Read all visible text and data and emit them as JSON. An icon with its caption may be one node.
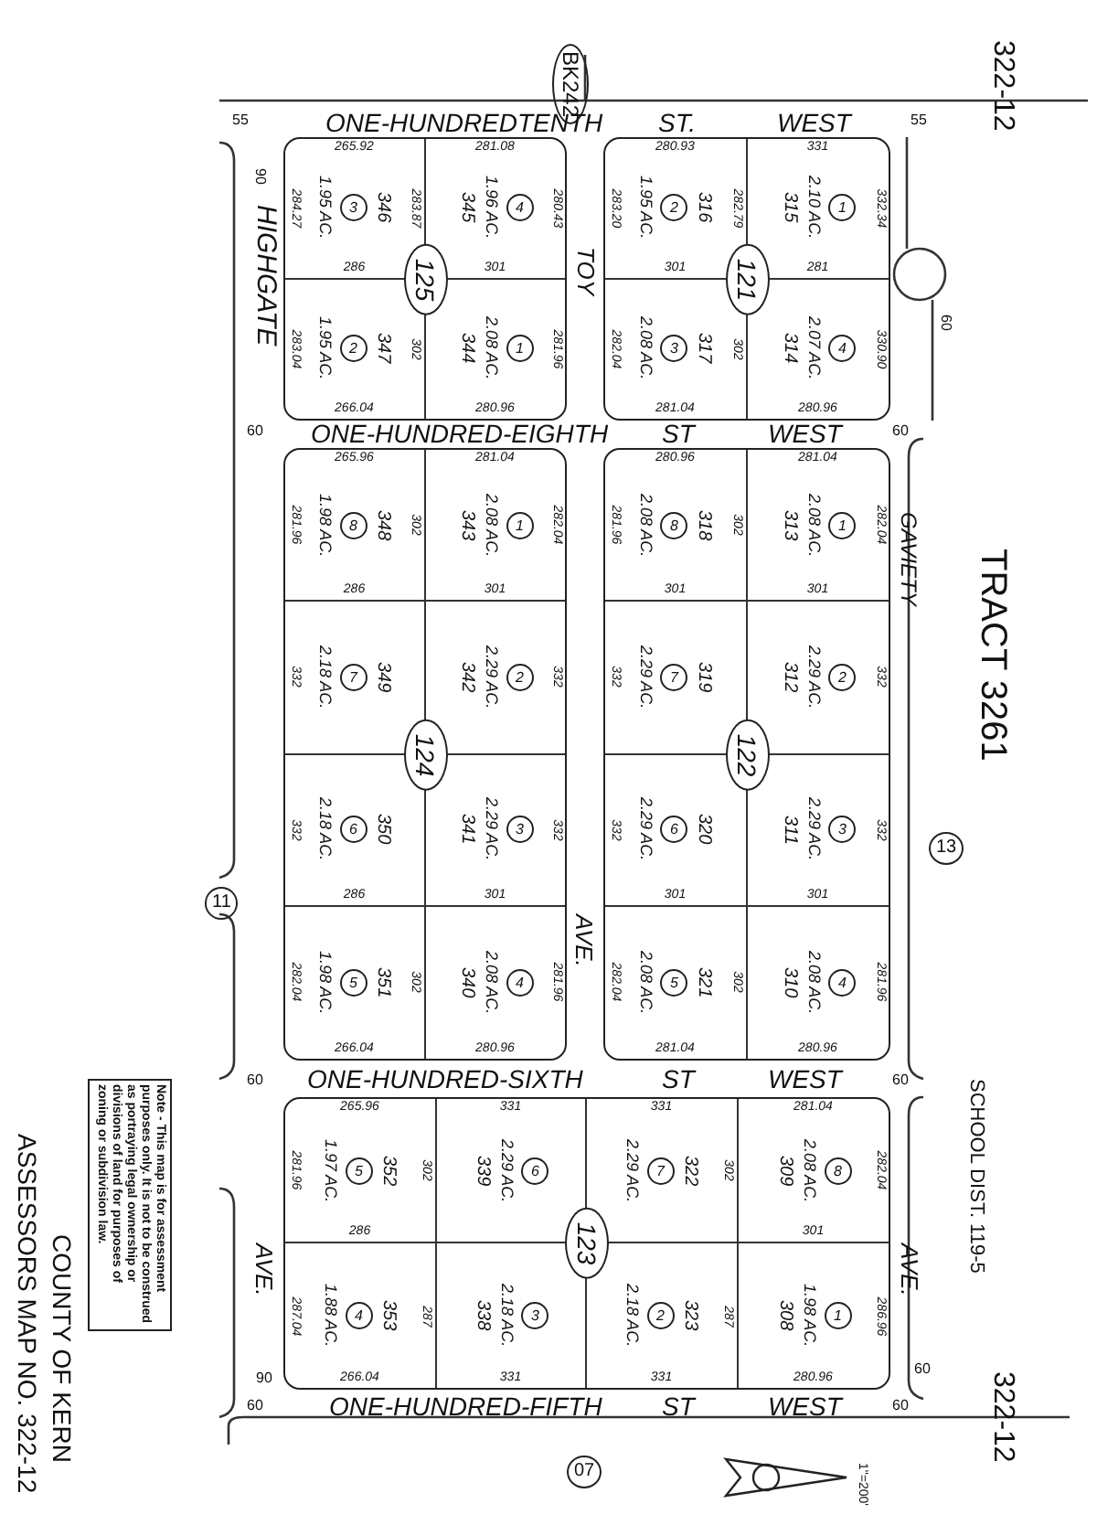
{
  "diagram": {
    "nodes": [
      {
        "text": [],
        "shape": "box"
      },
      {
        "text": [
          "125"
        ],
        "in": 0
      },
      {
        "text": [
          "346",
          "3",
          "1.95 AC.",
          "265.92",
          "284.27",
          "283.87",
          "286"
        ],
        "in": 0
      },
      {
        "text": [
          "345",
          "4",
          "1.96 AC.",
          "281.08",
          "280.43",
          "301"
        ],
        "in": 0
      },
      {
        "text": [
          "347",
          "2",
          "1.95 AC.",
          "283.04",
          "302",
          "266.04"
        ],
        "in": 0
      },
      {
        "text": [
          "344",
          "1",
          "2.08 AC.",
          "281.96",
          "280.96"
        ],
        "in": 0
      },
      {
        "text": [],
        "shape": "box"
      },
      {
        "text": [
          "121"
        ],
        "in": 6
      },
      {
        "text": [
          "316",
          "2",
          "1.95 AC.",
          "280.93",
          "283.20",
          "282.79",
          "301"
        ],
        "in": 6
      },
      {
        "text": [
          "315",
          "1",
          "2.10 AC.",
          "331",
          "332.34",
          "281"
        ],
        "in": 6
      },
      {
        "text": [
          "317",
          "3",
          "2.08 AC.",
          "282.04",
          "302",
          "281.04"
        ],
        "in": 6
      },
      {
        "text": [
          "314",
          "4",
          "2.07 AC.",
          "330.90",
          "280.96"
        ],
        "in": 6
      },
      {
        "text": [],
        "shape": "box"
      },
      {
        "text": [
          "124"
        ],
        "in": 12
      },
      {
        "text": [
          "348",
          "8",
          "1.98 AC.",
          "265.96",
          "281.96",
          "302",
          "286"
        ],
        "in": 12
      },
      {
        "text": [
          "343",
          "1",
          "2.08 AC.",
          "281.04",
          "282.04",
          "301"
        ],
        "in": 12
      },
      {
        "text": [
          "349",
          "7",
          "2.18 AC.",
          "332"
        ],
        "in": 12
      },
      {
        "text": [
          "342",
          "2",
          "2.29 AC.",
          "332"
        ],
        "in": 12
      },
      {
        "text": [
          "350",
          "6",
          "2.18 AC.",
          "332",
          "286"
        ],
        "in": 12
      },
      {
        "text": [
          "341",
          "3",
          "2.29 AC.",
          "332",
          "301"
        ],
        "in": 12
      },
      {
        "text": [
          "351",
          "5",
          "1.98 AC.",
          "282.04",
          "302",
          "266.04"
        ],
        "in": 12
      },
      {
        "text": [
          "340",
          "4",
          "2.08 AC.",
          "281.96",
          "280.96"
        ],
        "in": 12
      },
      {
        "text": [],
        "shape": "box"
      },
      {
        "text": [
          "122"
        ],
        "in": 22
      },
      {
        "text": [
          "318",
          "8",
          "2.08 AC.",
          "280.96",
          "281.96",
          "302",
          "301"
        ],
        "in": 22
      },
      {
        "text": [
          "313",
          "1",
          "2.08 AC.",
          "281.04",
          "282.04",
          "301"
        ],
        "in": 22
      },
      {
        "text": [
          "319",
          "7",
          "2.29 AC.",
          "332"
        ],
        "in": 22
      },
      {
        "text": [
          "312",
          "2",
          "2.29 AC.",
          "332"
        ],
        "in": 22
      },
      {
        "text": [
          "320",
          "6",
          "2.29 AC.",
          "332",
          "301"
        ],
        "in": 22
      },
      {
        "text": [
          "311",
          "3",
          "2.29 AC.",
          "332",
          "301"
        ],
        "in": 22
      },
      {
        "text": [
          "321",
          "5",
          "2.08 AC.",
          "282.04",
          "302",
          "281.04"
        ],
        "in": 22
      },
      {
        "text": [
          "310",
          "4",
          "2.08 AC.",
          "281.96",
          "280.96"
        ],
        "in": 22
      },
      {
        "text": [],
        "shape": "box"
      },
      {
        "text": [
          "123"
        ],
        "in": 32
      },
      {
        "text": [
          "352",
          "5",
          "1.97 AC.",
          "265.96",
          "281.96",
          "302",
          "286"
        ],
        "in": 32
      },
      {
        "text": [
          "339",
          "6",
          "2.29 AC.",
          "331"
        ],
        "in": 32
      },
      {
        "text": [
          "322",
          "7",
          "2.29 AC.",
          "331",
          "302"
        ],
        "in": 32
      },
      {
        "text": [
          "309",
          "8",
          "2.08 AC.",
          "281.04",
          "282.04",
          "301"
        ],
        "in": 32
      },
      {
        "text": [
          "353",
          "4",
          "1.88 AC.",
          "287.04",
          "287",
          "266.04"
        ],
        "in": 32
      },
      {
        "text": [
          "338",
          "3",
          "2.18 AC.",
          "331"
        ],
        "in": 32
      },
      {
        "text": [
          "323",
          "2",
          "2.18 AC.",
          "287",
          "331"
        ],
        "in": 32
      },
      {
        "text": [
          "308",
          "1",
          "1.98 AC.",
          "286.96",
          "280.96"
        ],
        "in": 32
      }
    ],
    "labels": [
      "BK242",
      "322-12",
      "55",
      "ONE-HUNDREDTENTH",
      "ST.",
      "WEST",
      "55",
      "90",
      "HIGHGATE",
      "TOY",
      "60",
      "60",
      "ONE-HUNDRED-EIGHTH",
      "ST",
      "WEST",
      "60",
      "GAVIETY",
      "TRACT 3261",
      "13",
      "11",
      "AVE.",
      "Note - This map is for assessment purposes only. It is not to be construed as portraying legal ownership or divisions of land for purposes of zoning or subdivision law.",
      "60",
      "ONE-HUNDRED-SIXTH",
      "ST",
      "WEST",
      "60",
      "SCHOOL DIST. 119-5",
      "ASSESSORS MAP NO. 322-12",
      "COUNTY OF KERN",
      "AVE.",
      "AVE.",
      "90",
      "60",
      "322-12",
      "60",
      "ONE-HUNDRED-FIFTH",
      "ST",
      "WEST",
      "60",
      "07",
      "1\"=200'"
    ]
  }
}
